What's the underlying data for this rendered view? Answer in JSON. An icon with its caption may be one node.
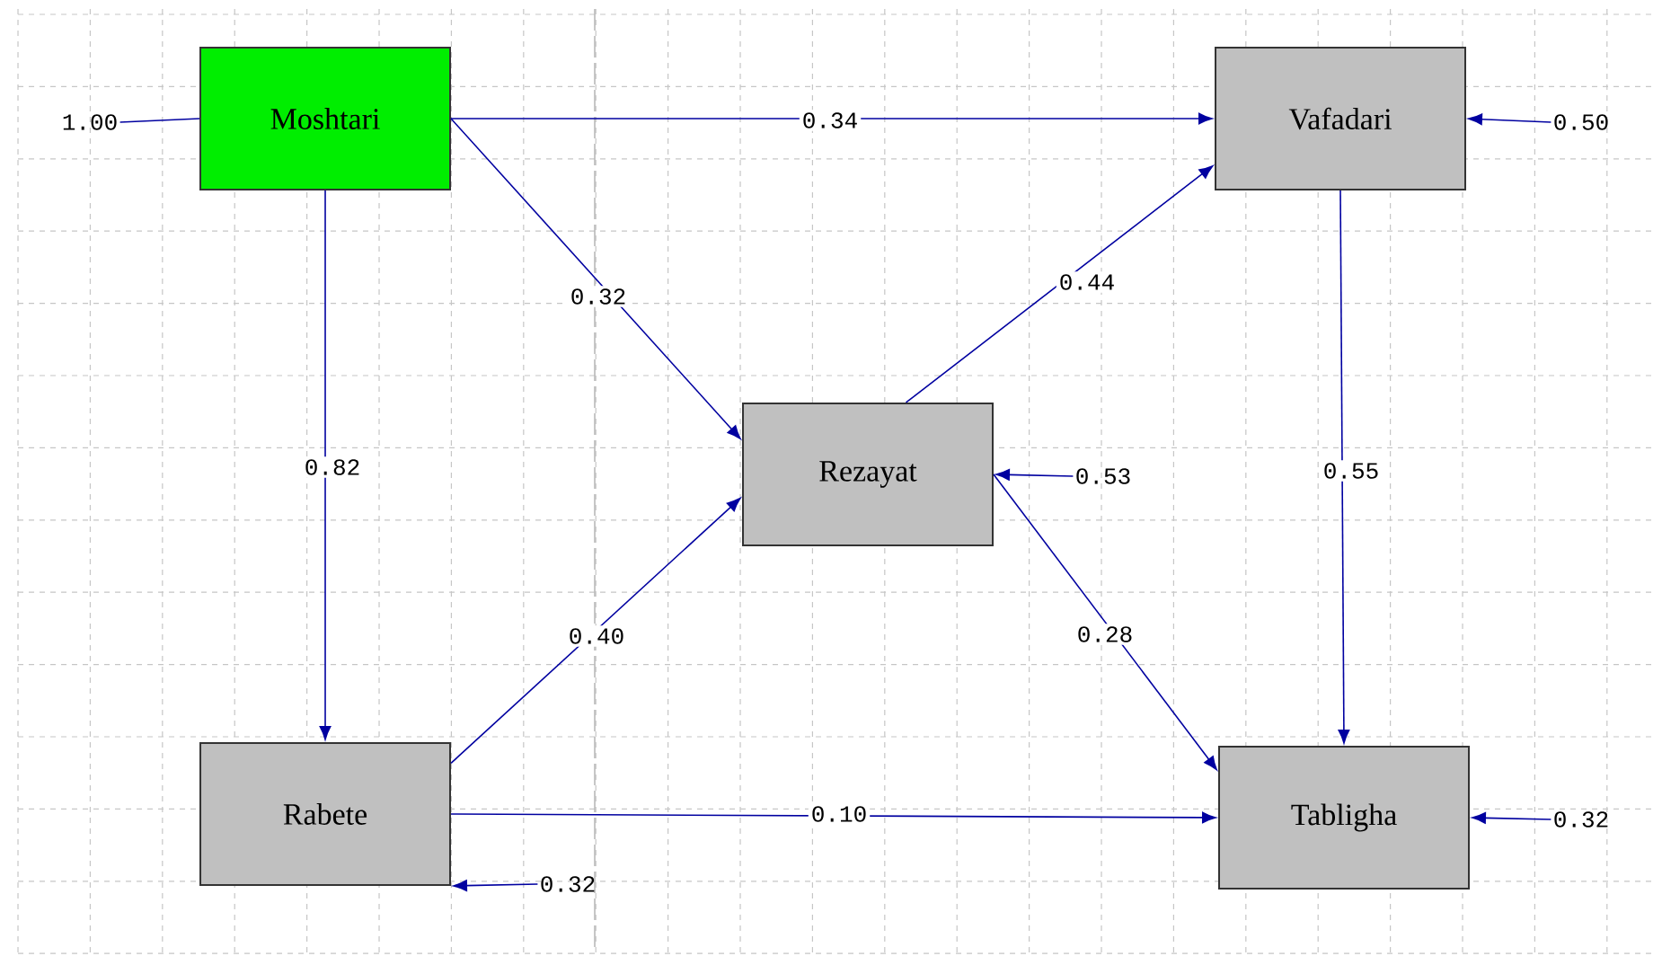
{
  "diagram": {
    "nodes": [
      {
        "text": [
          "Moshtari"
        ]
      },
      {
        "text": [
          "Vafadari"
        ]
      },
      {
        "text": [
          "Rezayat"
        ]
      },
      {
        "text": [
          "Rabete"
        ]
      },
      {
        "text": [
          "Tabligha"
        ]
      },
      {
        "text": [
          "1.00"
        ]
      },
      {
        "text": [
          "0.50"
        ]
      },
      {
        "text": [
          "0.53"
        ]
      },
      {
        "text": [
          "0.32"
        ]
      },
      {
        "text": [
          "0.32"
        ]
      }
    ],
    "edges": [
      {
        "from": 0,
        "to": 1,
        "arrow": "to",
        "label": "0.34"
      },
      {
        "from": 0,
        "to": 2,
        "arrow": "to",
        "label": "0.32"
      },
      {
        "from": 0,
        "to": 3,
        "arrow": "to",
        "label": "0.82"
      },
      {
        "from": 2,
        "to": 1,
        "arrow": "to",
        "label": "0.44"
      },
      {
        "from": 3,
        "to": 2,
        "arrow": "to",
        "label": "0.40"
      },
      {
        "from": 3,
        "to": 4,
        "arrow": "to",
        "label": "0.10"
      },
      {
        "from": 2,
        "to": 4,
        "arrow": "to",
        "label": "0.28"
      },
      {
        "from": 1,
        "to": 4,
        "arrow": "to",
        "label": "0.55"
      },
      {
        "from": 5,
        "to": 0,
        "arrow": "none"
      },
      {
        "from": 6,
        "to": 1,
        "arrow": "to"
      },
      {
        "from": 7,
        "to": 2,
        "arrow": "to"
      },
      {
        "from": 8,
        "to": 3,
        "arrow": "to"
      },
      {
        "from": 9,
        "to": 4,
        "arrow": "to"
      }
    ]
  }
}
